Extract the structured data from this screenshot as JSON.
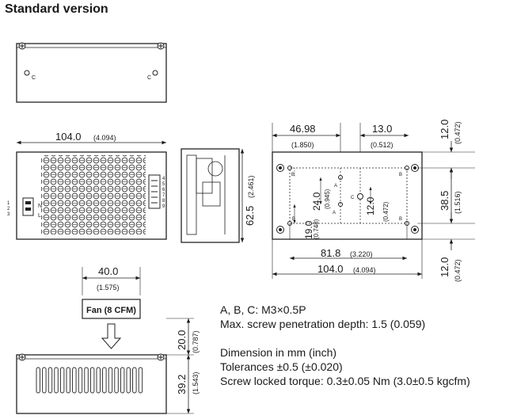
{
  "title": "Standard version",
  "dimensions": {
    "top_dim_a": "46.98",
    "top_dim_a_inch": "(1.850)",
    "top_dim_b": "13.0",
    "top_dim_b_inch": "(0.512)",
    "right_top": "12.0",
    "right_top_inch": "(0.472)",
    "right_mid": "38.5",
    "right_mid_inch": "(1.516)",
    "right_bottom": "12.0",
    "right_bottom_inch": "(0.472)",
    "bottom_inner": "81.8",
    "bottom_inner_inch": "(3.220)",
    "bottom_outer": "104.0",
    "bottom_outer_inch": "(4.094)",
    "left_width": "104.0",
    "left_width_inch": "(4.094)",
    "height_side": "62.5",
    "height_side_inch": "(2.461)",
    "inner_v1": "19.0",
    "inner_v1_inch": "(0.748)",
    "inner_v2": "24.0",
    "inner_v2_inch": "(0.945)",
    "inner_v3": "12.0",
    "inner_v3_inch": "(0.472)",
    "fan_width": "40.0",
    "fan_width_inch": "(1.575)",
    "fan_v1": "20.0",
    "fan_v1_inch": "(0.787)",
    "fan_v2": "39.2",
    "fan_v2_inch": "(1.543)"
  },
  "fan_label": "Fan (8 CFM)",
  "hole_labels": {
    "a": "A",
    "b": "B",
    "c": "C"
  },
  "pin_labels": [
    "4",
    "5",
    "6",
    "7",
    "8",
    "9"
  ],
  "pin_labels_left": [
    "1",
    "2",
    "3"
  ],
  "conn_letters": [
    "N",
    "L"
  ],
  "notes": {
    "screws": "A, B, C: M3×0.5P",
    "penetration": "Max. screw penetration depth: 1.5 (0.059)",
    "units": "Dimension in mm (inch)",
    "tolerances": "Tolerances ±0.5 (±0.020)",
    "torque": "Screw locked torque: 0.3±0.05 Nm (3.0±0.5 kgcfm)"
  }
}
